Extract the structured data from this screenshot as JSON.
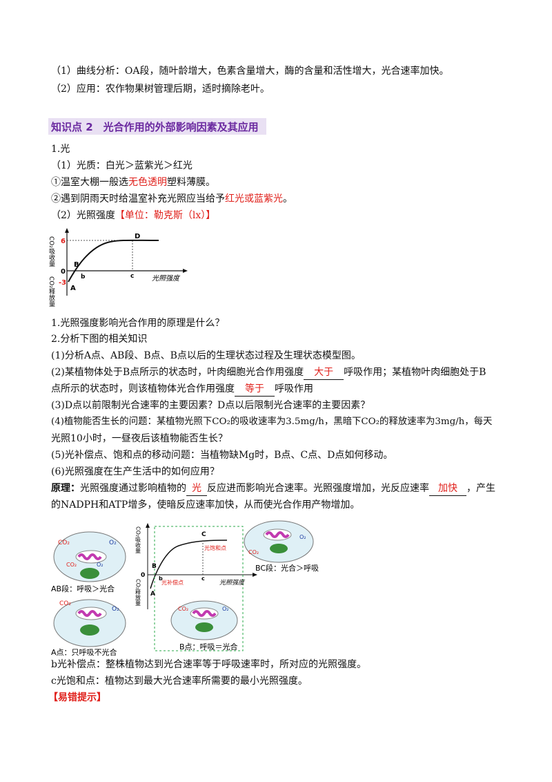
{
  "lines": {
    "l1": "（1）曲线分析：OA段，随叶龄增大，色素含量增大，酶的含量和活性增大，光合速率加快。",
    "l2": "（2）应用：农作物果树管理后期，适时摘除老叶。",
    "heading": "知识点 2　光合作用的外部影响因素及其应用",
    "l3": "1.光",
    "l4": "（1）光质：白光＞蓝紫光＞红光",
    "l5a": "①温室大棚一般选",
    "l5b": "无色透明",
    "l5c": "塑料薄膜。",
    "l6a": "②遇到阴雨天时给温室补充光照应当给予",
    "l6b": "红光或蓝紫光",
    "l6c": "。",
    "l7a": "（2）光照强度",
    "l7b": "【单位：勒克斯（lx）】",
    "q1": "1.光照强度影响光合作用的原理是什么？",
    "q2": "2.分析下图的相关知识",
    "q3": "(1)分析A点、AB段、B点、B点以后的生理状态过程及生理状态模型图。",
    "q4a": "(2)某植物体处于B点所示的状态时，叶肉细胞光合作用强度",
    "q4b": "大于",
    "q4c": "呼吸作用；某植物叶肉细胞处于B",
    "q5a": "点所示的状态时，则该植物体光合作用强度",
    "q5b": "等于",
    "q5c": "呼吸作用",
    "q6": "(3)D点以前限制光合速率的主要因素？D点以后限制光合速率的主要因素？",
    "q7": "(4)植物能否生长的问题：某植物光照下CO₂的吸收速率为3.5mg/h，黑暗下CO₂的释放速率为3mg/h，每天",
    "q8": "光照10小时，一昼夜后该植物能否生长？",
    "q9": "(5)光补偿点、饱和点的移动问题：当植物缺Mg时，B点、C点、D点如何移动。",
    "q10": "(6)光照强度在生产生活中的如何应用？",
    "p1a": "原理：",
    "p1b": "光照强度通过影响植物的",
    "p1c": "光",
    "p1d": "反应进而影响光合速率。光照强度增加，光反应速率",
    "p1e": "加快",
    "p1f": "，产生",
    "p2": "的NADPH和ATP增多，使暗反应速率加快，从而使光合作用产物增加。",
    "b1": "b光补偿点：整株植物达到光合速率等于呼吸速率时，所对应的光照强度。",
    "c1": "c光饱和点：植物达到最大光合速率所需要的最小光照强度。",
    "tip": "【易错提示】"
  },
  "chart1": {
    "y_pos_label": "CO₂吸收量",
    "y_neg_label": "CO₂释放量",
    "x_label": "光照强度",
    "ticks": {
      "y_max": "6",
      "y_min": "-3",
      "origin": "0"
    },
    "points": {
      "A": "A",
      "B": "B",
      "b": "b",
      "c": "c",
      "D": "D"
    }
  },
  "chart2": {
    "y_pos_label": "CO₂吸收量",
    "y_neg_label": "CO₂释放量",
    "x_label": "光照强度",
    "origin": "0",
    "points": {
      "A": "A",
      "B": "B",
      "b": "b",
      "c": "c",
      "C": "C"
    },
    "sat_label": "光饱和点",
    "comp_label": "光补偿点"
  },
  "cells": {
    "co2": "CO₂",
    "o2": "O₂",
    "ab": "AB段：呼吸＞光合",
    "a": "A点：只呼吸不光合",
    "b": "B点：呼吸＝光合",
    "bc": "BC段：光合＞呼吸"
  },
  "colors": {
    "accent_red": "#e0201b",
    "heading_purple": "#6b2aa0",
    "heading_bg": "#e9e0f3"
  }
}
